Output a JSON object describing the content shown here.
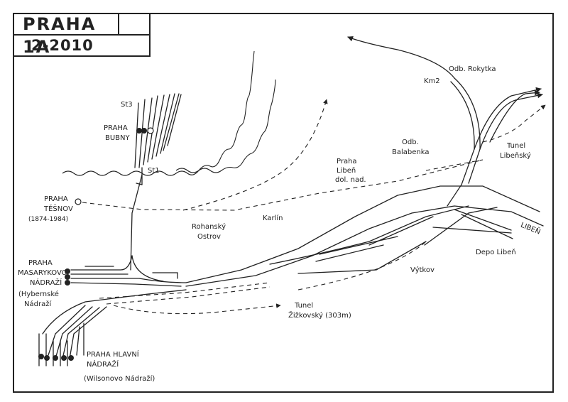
{
  "title": {
    "name": "PRAHA",
    "sheet": "1A",
    "date": "2-2010"
  },
  "labels": {
    "st3": "St3",
    "bubny": [
      "PRAHA",
      "BUBNY"
    ],
    "st1": "St1",
    "tesnov": [
      "PRAHA",
      "TĚŠNOV",
      "(1874-1984)"
    ],
    "masarykovo": [
      "PRAHA",
      "MASARYKOVO",
      "NÁDRAŽÍ",
      "(Hybernské",
      "Nádraží"
    ],
    "hlavni": [
      "PRAHA HLAVNÍ",
      "NÁDRAŽÍ",
      "(Wilsonovo Nádraží)"
    ],
    "rohansky": [
      "Rohanský",
      "Ostrov"
    ],
    "karlin": "Karlín",
    "liben_dol": [
      "Praha",
      "Libeň",
      "dol. nad."
    ],
    "balabenka": [
      "Odb.",
      "Balabenka"
    ],
    "rokytka": "Odb. Rokytka",
    "km2": "Km2",
    "tunel_libensky": [
      "Tunel",
      "Libeňský"
    ],
    "liben": "LIBEŇ",
    "depo": "Depo Libeň",
    "vytkov": "Výtkov",
    "tunel_zizkovsky": [
      "Tunel",
      "Žižkovský (303m)"
    ]
  }
}
